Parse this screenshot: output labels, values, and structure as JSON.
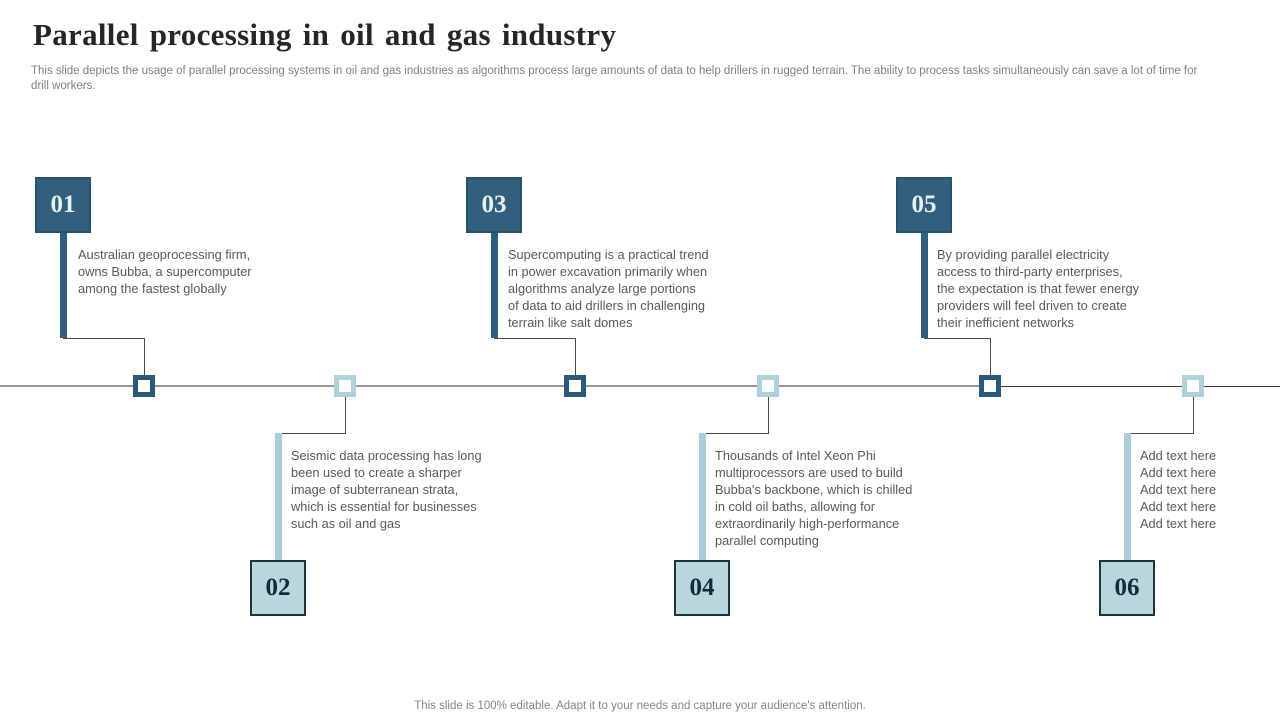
{
  "slide": {
    "title": "Parallel processing in oil and gas industry",
    "subtitle": "This slide depicts the usage of parallel processing systems in oil and gas industries as algorithms process large amounts of data to help drillers in rugged terrain. The ability to process tasks simultaneously can save a lot of time for\ndrill workers.",
    "footer": "This slide is 100% editable. Adapt it to your needs and capture your audience's attention."
  },
  "colors": {
    "dark_blue": "#31607F",
    "dark_blue_stem": "#2F5E7E",
    "dark_marker_border": "#2B5979",
    "light_blue": "#B7D7DD",
    "light_blue_stem": "#A9CEDA",
    "light_marker_border": "#B0D1DA",
    "timeline_gray": "#9A9A9A",
    "body_text": "#595959",
    "muted_text": "#7F7F7F"
  },
  "timeline": {
    "items": [
      {
        "number": "01",
        "side": "top",
        "text": "Australian geoprocessing firm,\nowns Bubba, a supercomputer\namong the fastest globally"
      },
      {
        "number": "02",
        "side": "bottom",
        "text": "Seismic data processing has long\nbeen used to create a sharper\nimage of subterranean strata,\nwhich is essential for businesses\nsuch as oil and gas"
      },
      {
        "number": "03",
        "side": "top",
        "text": "Supercomputing is a practical trend\nin power excavation primarily when\nalgorithms analyze large portions\nof data to aid drillers in challenging\nterrain like salt domes"
      },
      {
        "number": "04",
        "side": "bottom",
        "text": "Thousands of Intel Xeon Phi\nmultiprocessors are used to build\nBubba's backbone, which is chilled\nin cold oil baths, allowing for\nextraordinarily high-performance\nparallel computing"
      },
      {
        "number": "05",
        "side": "top",
        "text": "By providing parallel electricity\naccess to third-party enterprises,\nthe expectation is that fewer energy\nproviders will feel driven to create\ntheir inefficient networks"
      },
      {
        "number": "06",
        "side": "bottom",
        "text": "Add text here\nAdd text here\nAdd text here\nAdd text here\nAdd text here"
      }
    ]
  }
}
